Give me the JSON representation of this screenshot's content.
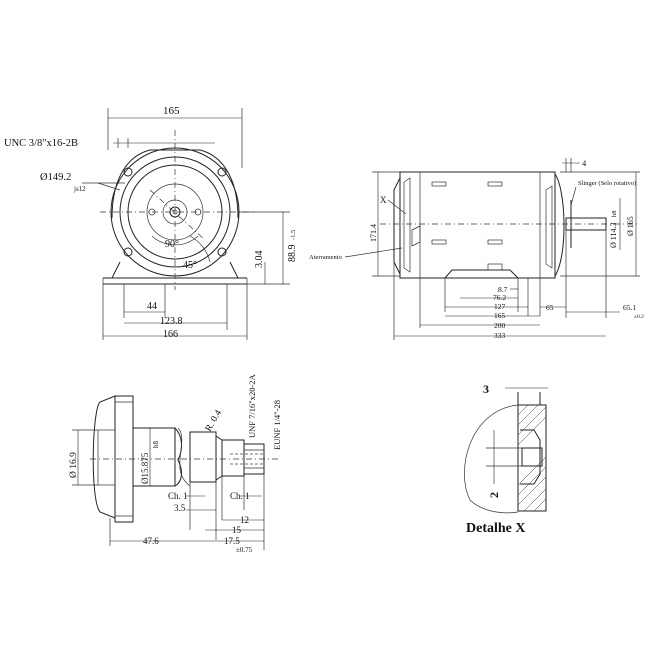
{
  "front_view": {
    "width_top": "165",
    "thread": "UNC 3/8\"x16-2B",
    "pilot_dia": "Ø149.2",
    "pilot_fit": "js12",
    "angle_90": "90°",
    "angle_45": "45°",
    "dim_3_04": "3.04",
    "dim_88_9": "88.9",
    "tol_88_9": "-1.5",
    "foot_44": "44",
    "foot_123_8": "123.8",
    "foot_166": "166"
  },
  "side_view": {
    "detail_tag": "X",
    "dim_4": "4",
    "slinger": "Slinger (Selo rotativo)",
    "ground": "Aterramento",
    "dim_171_4": "171.4",
    "dim_114_3": "Ø 114.3",
    "fit_h8": "h8",
    "dim_165": "Ø 165",
    "dim_8_7": "8.7",
    "dim_76_2": "76.2",
    "dim_127": "127",
    "dim_165b": "165",
    "dim_200": "200",
    "dim_333": "333",
    "dim_65": "65",
    "dim_65_1": "65.1",
    "tol_65_1": "±0.2"
  },
  "shaft_view": {
    "dia_16_9": "Ø 16.9",
    "dia_15_875": "Ø15.875",
    "fit_h8": "h8",
    "radius": "R. 0.4",
    "unf": "UNF 7/16\"x20-2A",
    "eunf": "EUNF 1/4\"-28",
    "chamfer_1": "Ch. 1",
    "chamfer_2": "Ch. 1",
    "dim_3_5": "3.5",
    "dim_12": "12",
    "dim_15": "15",
    "dim_47_6": "47.6",
    "dim_17_5": "17.5",
    "tol_17_5": "±0.75"
  },
  "detail_x": {
    "dim_3": "3",
    "dim_2": "2",
    "caption": "Detalhe X"
  }
}
